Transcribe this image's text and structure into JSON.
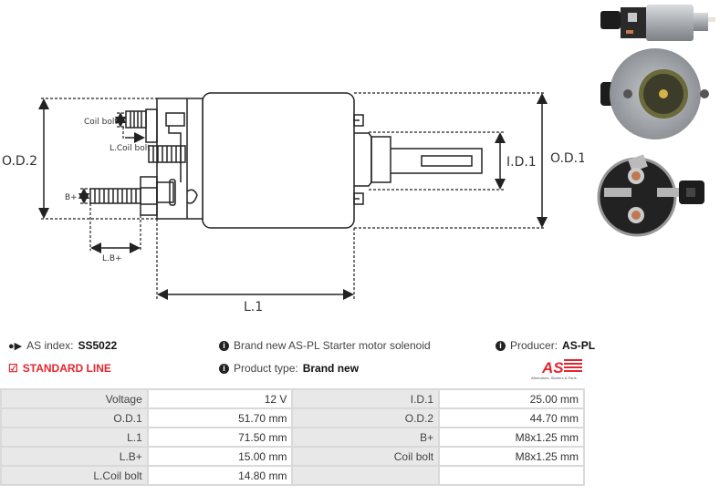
{
  "drawing": {
    "labels": {
      "od2": "O.D.2",
      "od1": "O.D.1",
      "id1": "I.D.1",
      "l1": "L.1",
      "coil_bolt": "Coil bolt",
      "l_coil_bolt": "L.Coil bolt",
      "b_plus": "B+",
      "l_b_plus": "L.B+"
    }
  },
  "photos": [
    "solenoid-side-view",
    "solenoid-front-view",
    "solenoid-terminal-view"
  ],
  "info": {
    "as_index_label": "AS index:",
    "as_index_value": "SS5022",
    "line_label": "STANDARD LINE",
    "description": "Brand new AS-PL Starter motor solenoid",
    "product_type_label": "Product type:",
    "product_type_value": "Brand new",
    "producer_label": "Producer:",
    "producer_value": "AS-PL",
    "logo_text": "AS",
    "logo_tagline": "Alternators, Starters & Parts"
  },
  "colors": {
    "accent": "#e3262e"
  },
  "specs": [
    {
      "l1": "Voltage",
      "v1": "12 V",
      "l2": "I.D.1",
      "v2": "25.00 mm"
    },
    {
      "l1": "O.D.1",
      "v1": "51.70 mm",
      "l2": "O.D.2",
      "v2": "44.70 mm"
    },
    {
      "l1": "L.1",
      "v1": "71.50 mm",
      "l2": "B+",
      "v2": "M8x1.25 mm"
    },
    {
      "l1": "L.B+",
      "v1": "15.00 mm",
      "l2": "Coil bolt",
      "v2": "M8x1.25 mm"
    },
    {
      "l1": "L.Coil bolt",
      "v1": "14.80 mm",
      "l2": "",
      "v2": ""
    }
  ]
}
